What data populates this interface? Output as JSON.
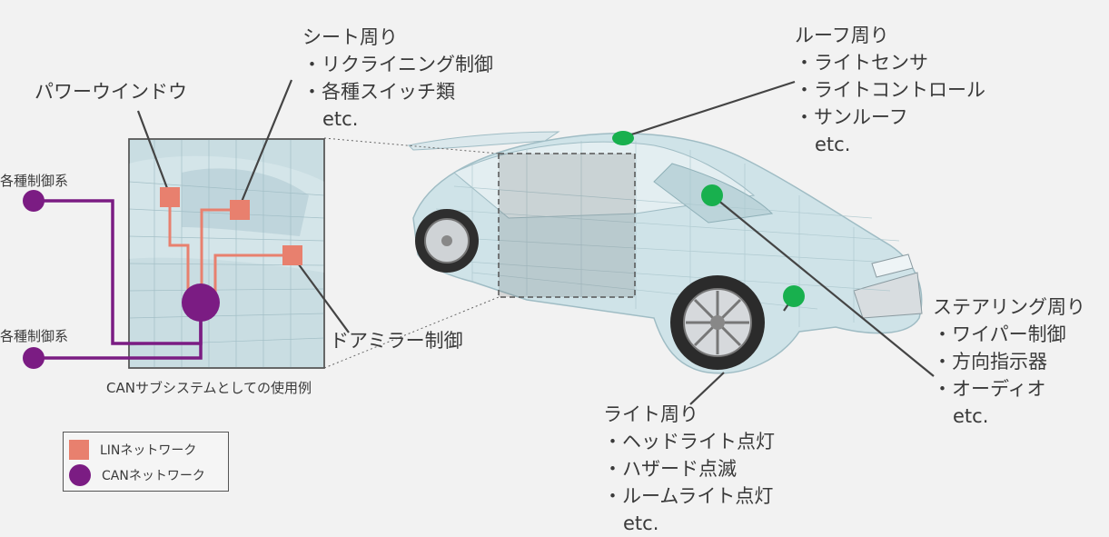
{
  "colors": {
    "lin": "#e8806e",
    "can": "#7b1c83",
    "sensor": "#18b04e",
    "line": "#444444"
  },
  "seat": {
    "title": "シート周り",
    "items": [
      "・リクライニング制御",
      "・各種スイッチ類"
    ],
    "etc": "etc."
  },
  "power_window": "パワーウインドウ",
  "roof": {
    "title": "ルーフ周り",
    "items": [
      "・ライトセンサ",
      "・ライトコントロール",
      "・サンルーフ"
    ],
    "etc": "etc."
  },
  "steering": {
    "title": "ステアリング周り",
    "items": [
      "・ワイパー制御",
      "・方向指示器",
      "・オーディオ"
    ],
    "etc": "etc."
  },
  "light": {
    "title": "ライト周り",
    "items": [
      "・ヘッドライト点灯",
      "・ハザード点滅",
      "・ルームライト点灯"
    ],
    "etc": "etc."
  },
  "mirror": "ドアミラー制御",
  "control_top": "各種制御系",
  "control_bottom": "各種制御系",
  "caption": "CANサブシステムとしての使用例",
  "legend": {
    "lin": "LINネットワーク",
    "can": "CANネットワーク"
  }
}
